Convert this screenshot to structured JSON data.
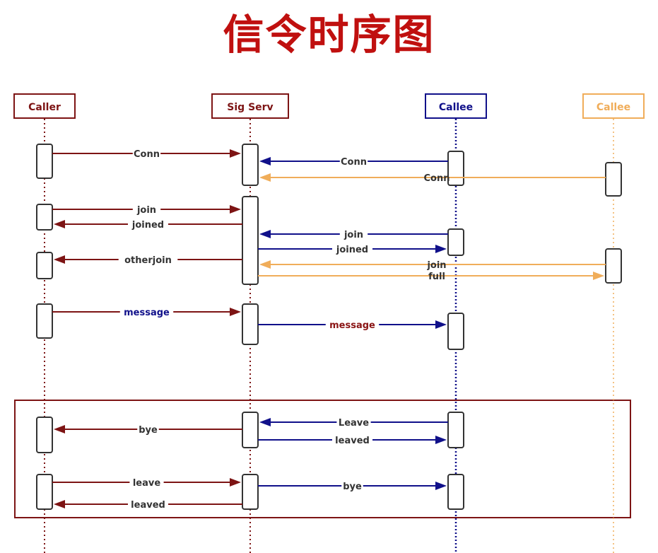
{
  "title": "信令时序图",
  "colors": {
    "caller": "#7d1414",
    "sigserv": "#7d1414",
    "callee": "#10108a",
    "callee2": "#f0ad5a",
    "frame": "#7d1414",
    "label": "#333333",
    "box": "#333333"
  },
  "participants": [
    {
      "id": "caller",
      "name": "Caller"
    },
    {
      "id": "sigserv",
      "name": "Sig Serv"
    },
    {
      "id": "callee",
      "name": "Callee"
    },
    {
      "id": "callee2",
      "name": "Callee"
    }
  ],
  "messages": [
    {
      "from": "caller",
      "to": "sigserv",
      "label": "Conn"
    },
    {
      "from": "callee",
      "to": "sigserv",
      "label": "Conn"
    },
    {
      "from": "callee2",
      "to": "sigserv",
      "label": "Conn"
    },
    {
      "from": "caller",
      "to": "sigserv",
      "label": "join"
    },
    {
      "from": "sigserv",
      "to": "caller",
      "label": "joined"
    },
    {
      "from": "callee",
      "to": "sigserv",
      "label": "join"
    },
    {
      "from": "sigserv",
      "to": "callee",
      "label": "joined"
    },
    {
      "from": "sigserv",
      "to": "caller",
      "label": "otherjoin"
    },
    {
      "from": "callee2",
      "to": "sigserv",
      "label": "join"
    },
    {
      "from": "sigserv",
      "to": "callee2",
      "label": "full"
    },
    {
      "from": "caller",
      "to": "sigserv",
      "label": "message",
      "label_color": "#10108a"
    },
    {
      "from": "sigserv",
      "to": "callee",
      "label": "message",
      "label_color": "#8a1414"
    },
    {
      "from": "callee",
      "to": "sigserv",
      "label": "Leave"
    },
    {
      "from": "sigserv",
      "to": "caller",
      "label": "bye"
    },
    {
      "from": "sigserv",
      "to": "callee",
      "label": "leaved"
    },
    {
      "from": "caller",
      "to": "sigserv",
      "label": "leave"
    },
    {
      "from": "sigserv",
      "to": "callee",
      "label": "bye"
    },
    {
      "from": "sigserv",
      "to": "caller",
      "label": "leaved"
    }
  ]
}
